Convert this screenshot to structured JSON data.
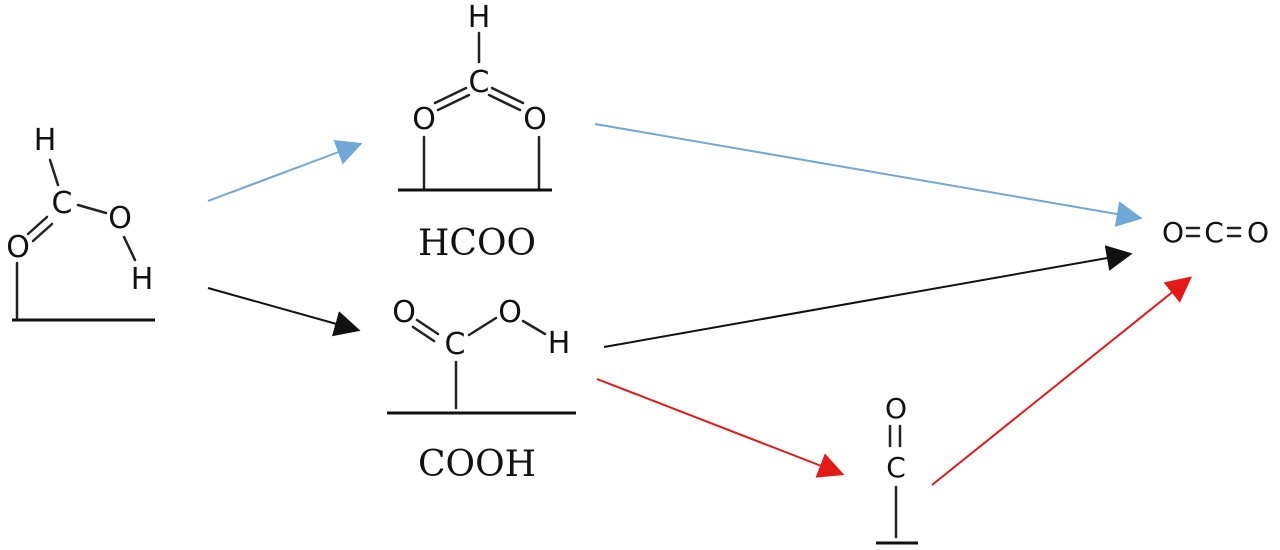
{
  "colors": {
    "blue_arrow": "#6fa7d6",
    "black_arrow": "#111111",
    "red_arrow": "#e31a1a"
  },
  "species": {
    "formic": {
      "atoms": {
        "h_top": "H",
        "c": "C",
        "o_left": "O",
        "o_right": "O",
        "h_bottom": "H"
      }
    },
    "hcoo": {
      "label": "HCOO",
      "atoms": {
        "h": "H",
        "c": "C",
        "o_left": "O",
        "o_right": "O"
      }
    },
    "cooh": {
      "label": "COOH",
      "atoms": {
        "o_left": "O",
        "c": "C",
        "o_right": "O",
        "h": "H"
      }
    },
    "co": {
      "atoms": {
        "o": "O",
        "c": "C"
      }
    },
    "co2": {
      "atoms": {
        "o_left": "O",
        "c": "C",
        "o_right": "O"
      }
    }
  }
}
